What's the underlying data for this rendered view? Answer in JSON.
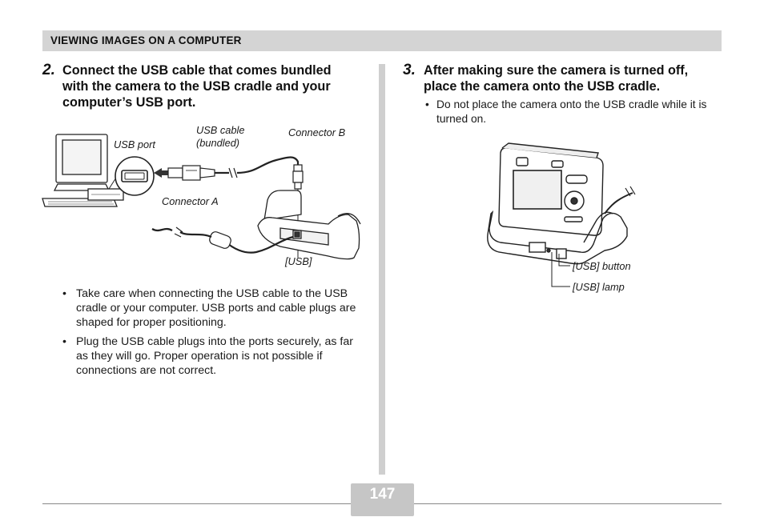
{
  "header": {
    "title": "VIEWING IMAGES ON A COMPUTER"
  },
  "left": {
    "step_number": "2.",
    "step_lines": [
      "Connect the USB cable that comes bundled",
      "with the camera to the USB cradle and your",
      "computer’s USB port."
    ],
    "figure_labels": {
      "usb_port": "USB port",
      "usb_cable_1": "USB cable",
      "usb_cable_2": "(bundled)",
      "connector_b": "Connector B",
      "connector_a": "Connector A",
      "usb": "[USB]"
    },
    "bullets": [
      "Take care when connecting the USB cable to the USB cradle or your computer. USB ports and cable plugs are shaped for proper positioning.",
      "Plug the USB cable plugs into the ports securely, as far as they will go. Proper operation is not possible if connections are not correct."
    ]
  },
  "right": {
    "step_number": "3.",
    "step_lines": [
      "After making sure the camera is turned off,",
      "place the camera onto the USB cradle."
    ],
    "bullets": [
      "Do not place the camera onto the USB cradle while it is turned on."
    ],
    "figure_labels": {
      "usb_button": "[USB] button",
      "usb_lamp": "[USB] lamp"
    }
  },
  "footer": {
    "page_number": "147"
  }
}
